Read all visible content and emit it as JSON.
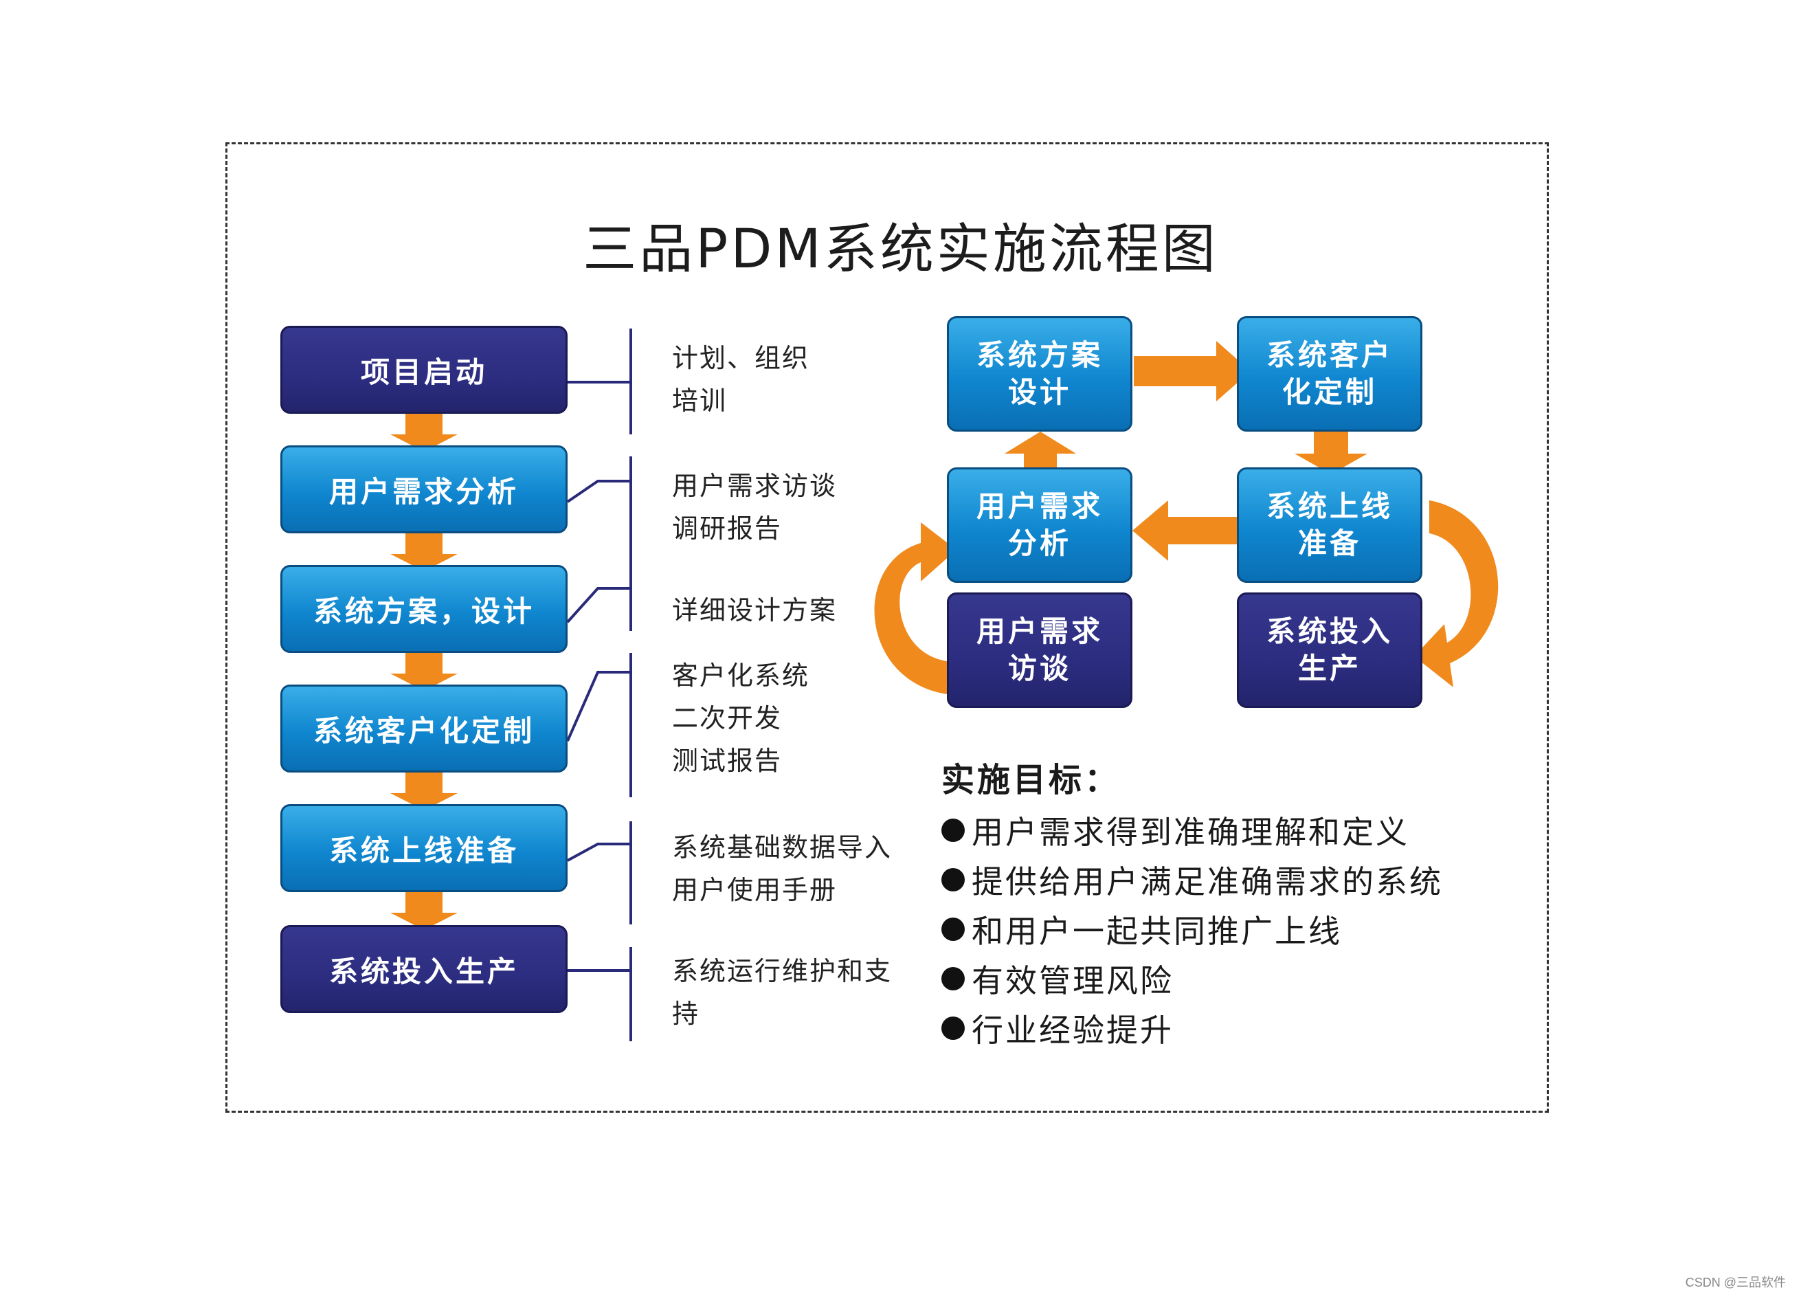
{
  "title": "三品PDM系统实施流程图",
  "left_steps": [
    {
      "label": "项目启动",
      "style": "dark"
    },
    {
      "label": "用户需求分析",
      "style": "light"
    },
    {
      "label": "系统方案，设计",
      "style": "light"
    },
    {
      "label": "系统客户化定制",
      "style": "light"
    },
    {
      "label": "系统上线准备",
      "style": "light"
    },
    {
      "label": "系统投入生产",
      "style": "dark"
    }
  ],
  "notes": [
    "计划、组织\n培训",
    "用户需求访谈\n调研报告",
    "详细设计方案",
    "客户化系统\n二次开发\n测试报告",
    "系统基础数据导入\n用户使用手册",
    "系统运行维护和支\n持"
  ],
  "cycle": {
    "design": "系统方案\n设计",
    "custom": "系统客户\n化定制",
    "analysis": "用户需求\n分析",
    "launch_prep": "系统上线\n准备",
    "interview": "用户需求\n访谈",
    "production": "系统投入\n生产"
  },
  "goals_title": "实施目标：",
  "goals": [
    "用户需求得到准确理解和定义",
    "提供给用户满足准确需求的系统",
    "和用户一起共同推广上线",
    "有效管理风险",
    "行业经验提升"
  ],
  "watermark": "CSDN @三品软件",
  "colors": {
    "light_box": "#0f86cf",
    "dark_box": "#2c2d80",
    "arrow": "#f08a1c",
    "connector": "#2a2a7a"
  }
}
